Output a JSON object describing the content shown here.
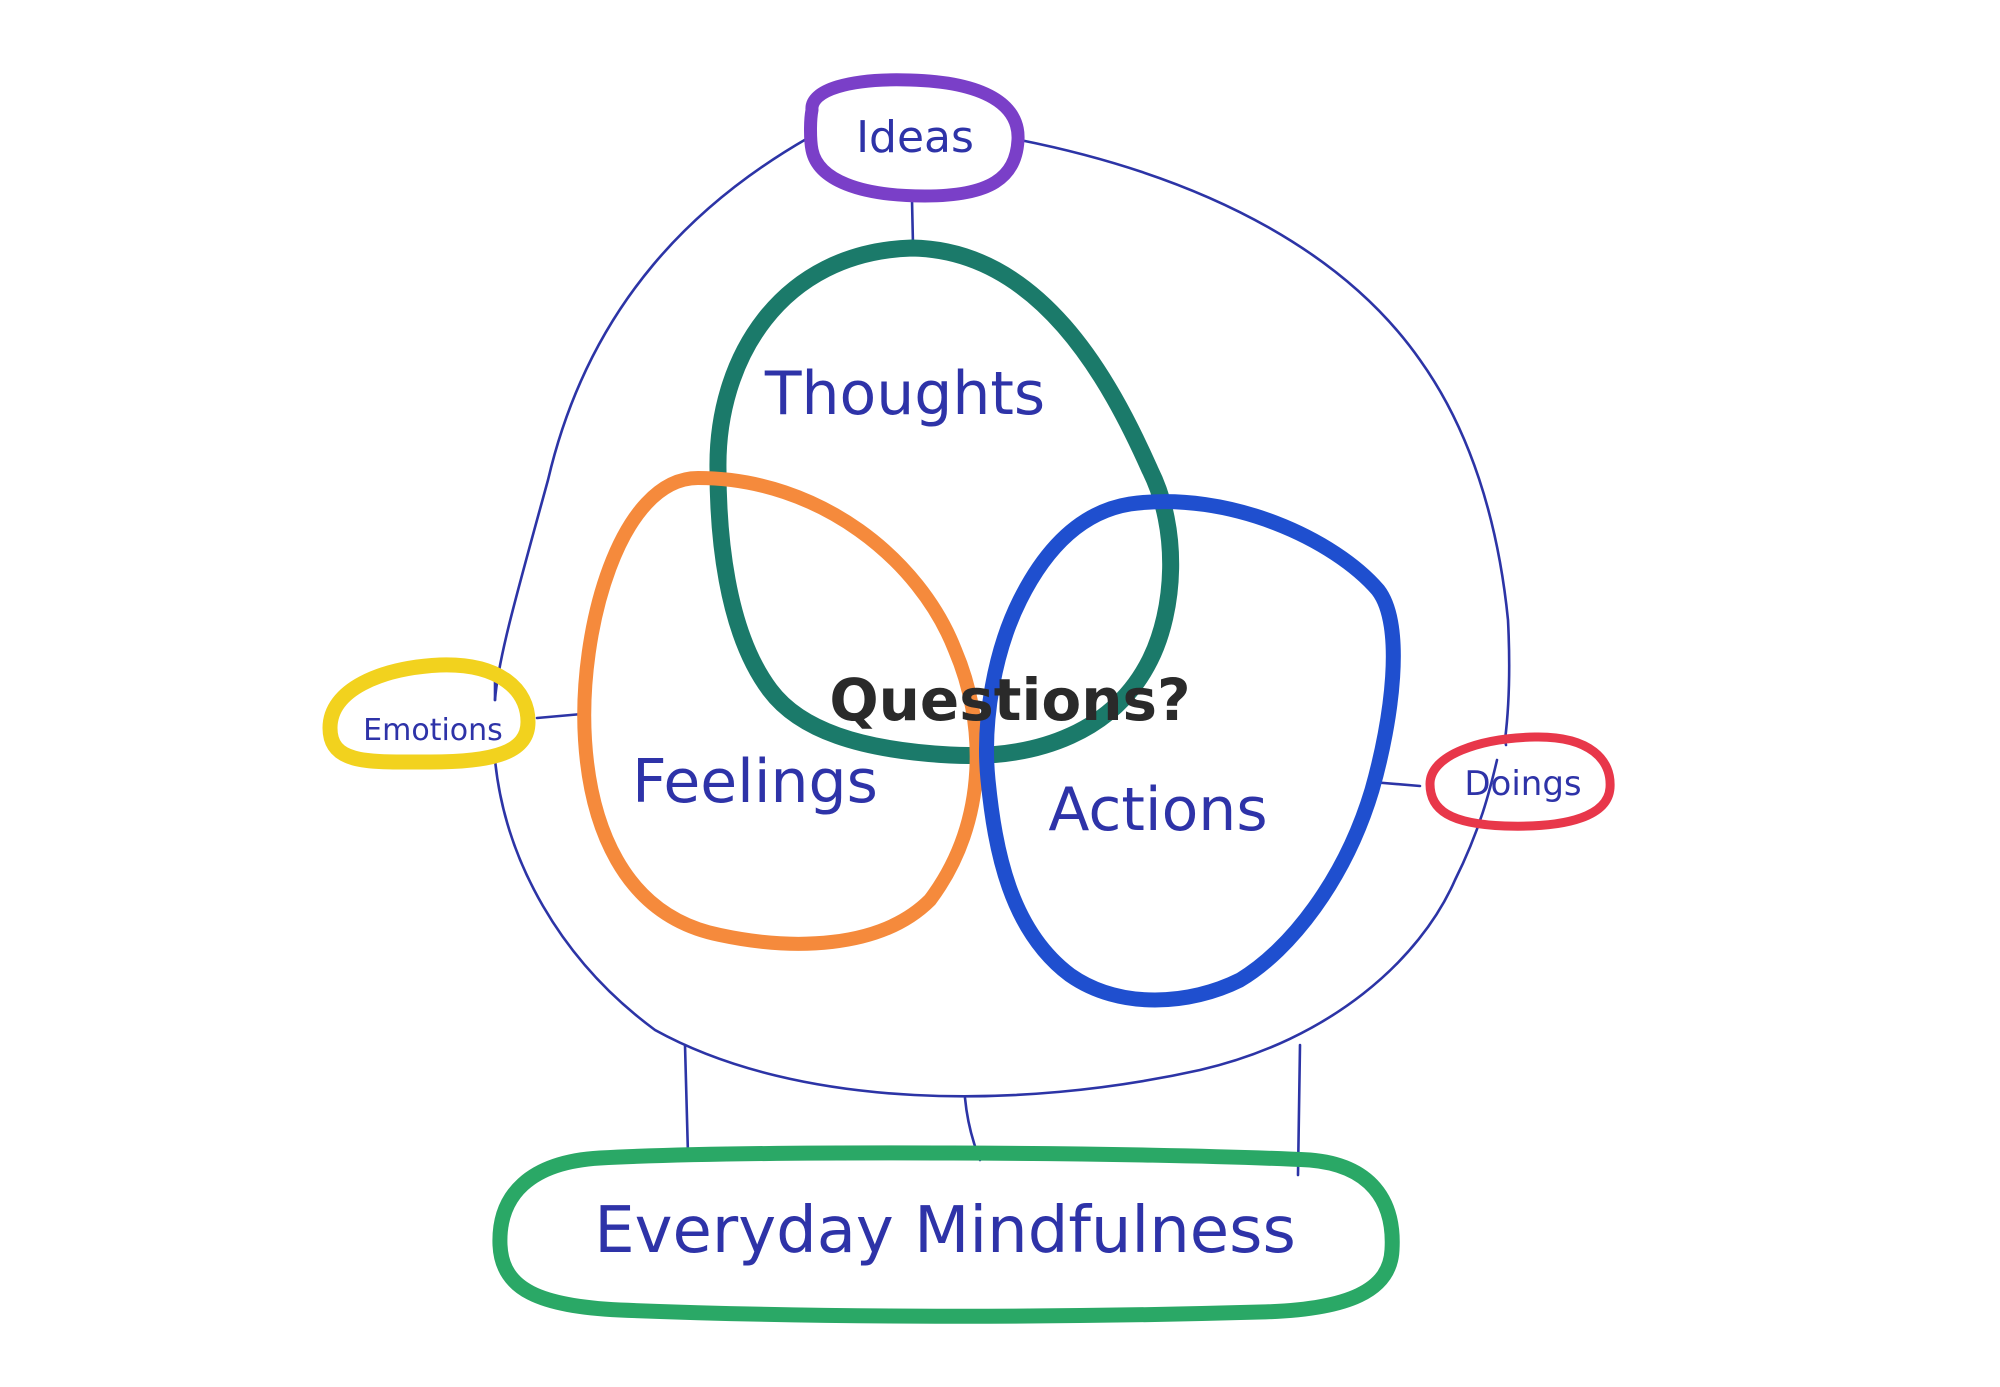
{
  "labels": {
    "ideas": "Ideas",
    "thoughts": "Thoughts",
    "feelings": "Feelings",
    "actions": "Actions",
    "questions": "Questions?",
    "emotions": "Emotions",
    "doings": "Doings",
    "everyday_mindfulness": "Everyday Mindfulness"
  },
  "colors": {
    "ink": "#2e33a8",
    "ideas": "#7a3fc8",
    "thoughts": "#1b7a6a",
    "feelings": "#f58a3c",
    "actions": "#1f4fcf",
    "emotions": "#f2d21e",
    "doings": "#e8374a",
    "mindfulness": "#2aa866",
    "questions": "#2a2a2a"
  }
}
